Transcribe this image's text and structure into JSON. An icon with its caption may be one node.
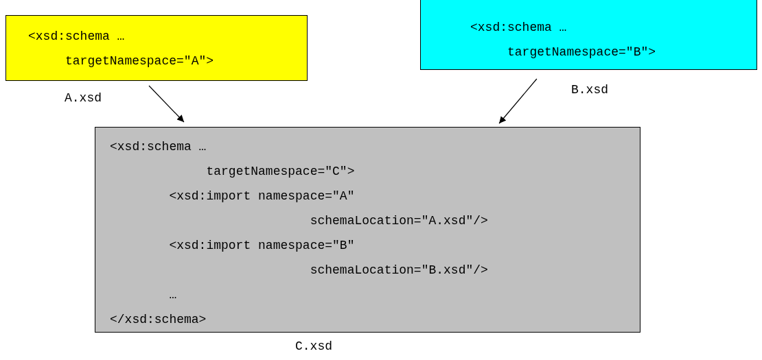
{
  "diagram": {
    "nodes": [
      {
        "text": [
          "<xsd:schema …",
          "targetNamespace=\"A\">"
        ],
        "beside": [
          "A.xsd"
        ]
      },
      {
        "text": [
          "<xsd:schema …",
          "targetNamespace=\"B\">"
        ],
        "beside": [
          "B.xsd"
        ]
      },
      {
        "text": [
          "<xsd:schema …",
          "targetNamespace=\"C\">",
          "<xsd:import namespace=\"A\"",
          "schemaLocation=\"A.xsd\"/>",
          "<xsd:import namespace=\"B\"",
          "schemaLocation=\"B.xsd\"/>",
          "…",
          "</xsd:schema>"
        ],
        "beside": [
          "C.xsd"
        ]
      }
    ],
    "edges": [
      {
        "from": 0,
        "to": 2,
        "arrow": "to"
      },
      {
        "from": 1,
        "to": 2,
        "arrow": "to"
      }
    ]
  }
}
